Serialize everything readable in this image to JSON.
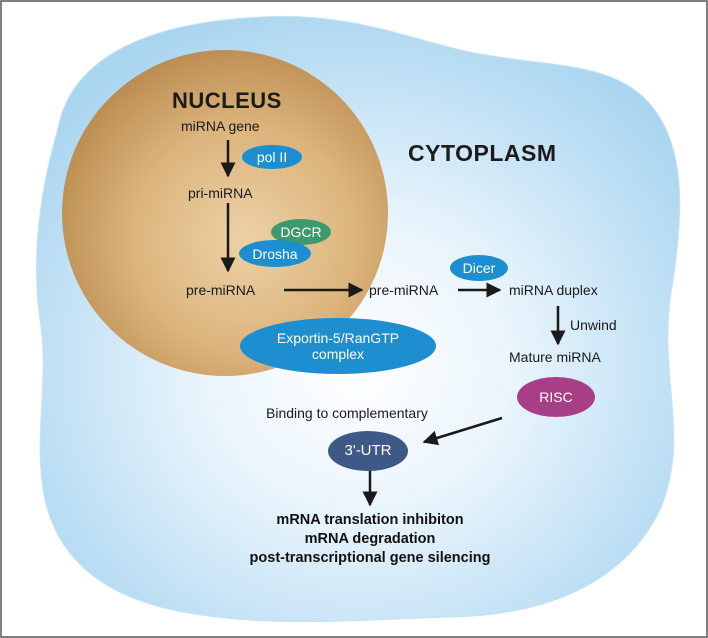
{
  "compartments": {
    "nucleus": "NUCLEUS",
    "cytoplasm": "CYTOPLASM"
  },
  "molecules": {
    "mirna_gene": "miRNA gene",
    "pri_mirna": "pri-miRNA",
    "pre_mirna_nucleus": "pre-miRNA",
    "pre_mirna_cytoplasm": "pre-miRNA",
    "mirna_duplex": "miRNA duplex",
    "mature_mirna": "Mature miRNA"
  },
  "enzymes": {
    "pol2": "pol II",
    "dgcr": "DGCR",
    "drosha": "Drosha",
    "dicer": "Dicer",
    "exportin_line1": "Exportin-5/RanGTP",
    "exportin_line2": "complex",
    "risc": "RISC",
    "utr": "3'-UTR"
  },
  "steps": {
    "unwind": "Unwind",
    "binding": "Binding to complementary"
  },
  "outcomes": [
    "mRNA translation inhibiton",
    "mRNA degradation",
    "post-transcriptional gene silencing"
  ],
  "colors": {
    "cell_fill": "#bfe0f3",
    "nucleus_fill": "#dcb47c",
    "enzyme_blue": "#1d8fd0",
    "dgcr_green": "#3d9a6e",
    "risc_magenta": "#a83f86",
    "utr_navy": "#3e5985",
    "arrow": "#1a1a1a"
  }
}
